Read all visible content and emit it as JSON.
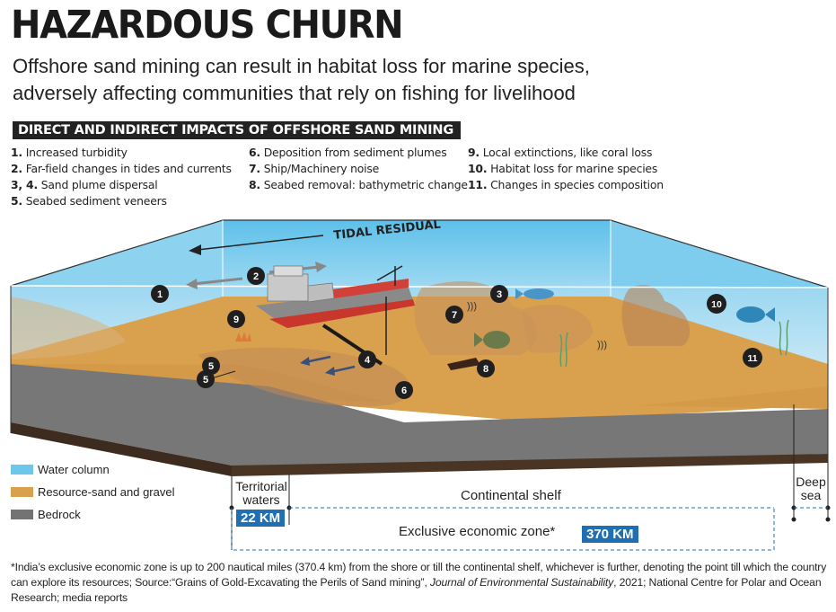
{
  "header": {
    "title": "HAZARDOUS CHURN",
    "subtitle_line1": "Offshore sand mining can result in habitat loss for marine species,",
    "subtitle_line2": "adversely affecting communities that rely on fishing for livelihood"
  },
  "impacts": {
    "heading": "DIRECT AND INDIRECT IMPACTS OF OFFSHORE SAND MINING",
    "items": [
      {
        "num": "1.",
        "text": "Increased turbidity"
      },
      {
        "num": "2.",
        "text": "Far-field changes in tides and currents"
      },
      {
        "num": "3, 4.",
        "text": "Sand plume dispersal"
      },
      {
        "num": "5.",
        "text": "Seabed sediment veneers"
      },
      {
        "num": "6.",
        "text": "Deposition from sediment plumes"
      },
      {
        "num": "7.",
        "text": "Ship/Machinery noise"
      },
      {
        "num": "8.",
        "text": "Seabed removal: bathymetric change"
      },
      {
        "num": "9.",
        "text": "Local extinctions, like coral loss"
      },
      {
        "num": "10.",
        "text": "Habitat loss for marine species"
      },
      {
        "num": "11.",
        "text": "Changes in species composition"
      }
    ]
  },
  "diagram": {
    "tidal_label": "TIDAL RESIDUAL",
    "markers": [
      "1",
      "2",
      "3",
      "4",
      "5",
      "5",
      "6",
      "7",
      "8",
      "9",
      "10",
      "11"
    ]
  },
  "legend": [
    {
      "label": "Water column",
      "color": "#6ec6ea"
    },
    {
      "label": "Resource-sand and gravel",
      "color": "#d9a04e"
    },
    {
      "label": "Bedrock",
      "color": "#737373"
    }
  ],
  "zones": {
    "territorial": "Territorial waters",
    "territorial_line1": "Territorial",
    "territorial_line2": "waters",
    "territorial_km": "22 KM",
    "continental": "Continental  shelf",
    "deep_line1": "Deep",
    "deep_line2": "sea",
    "eez": "Exclusive economic zone*",
    "eez_km": "370 KM"
  },
  "footnote": {
    "part1": "*India’s exclusive economic zone is up to 200 nautical miles (370.4 km) from the shore or till the continental shelf, whichever is further, denoting the point till which the country can explore its resources; Source:“Grains of Gold-Excavating the Perils of Sand mining”, ",
    "journal": "Journal of Environmental Sustainability",
    "part2": ", 2021; National Centre for Polar and Ocean Research; media reports"
  },
  "colors": {
    "water": "#6ec6ea",
    "water_light": "#b3e2f5",
    "sand": "#d9a04e",
    "bedrock": "#737373",
    "accent_blue": "#1f6fb2",
    "dark": "#222222"
  }
}
